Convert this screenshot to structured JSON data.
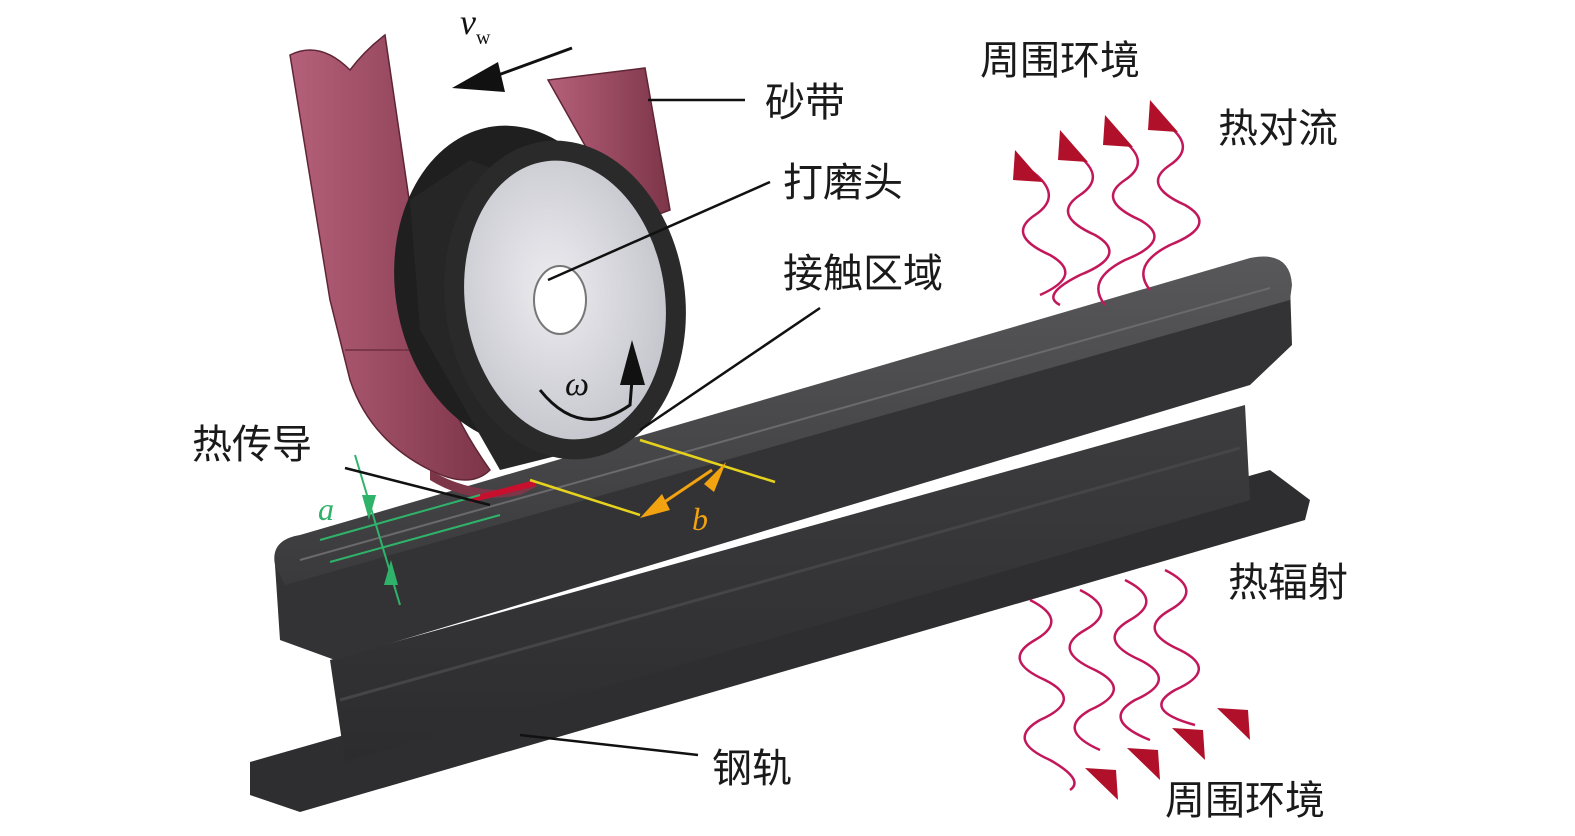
{
  "labels": {
    "belt": "砂带",
    "grinding_head": "打磨头",
    "contact_zone": "接触区域",
    "heat_conduction": "热传导",
    "rail": "钢轨",
    "surroundings_top": "周围环境",
    "heat_convection": "热对流",
    "heat_radiation": "热辐射",
    "surroundings_bottom": "周围环境"
  },
  "symbols": {
    "velocity": "v",
    "velocity_sub": "w",
    "omega": "ω",
    "depth": "a",
    "width": "b"
  },
  "colors": {
    "rail_dark": "#3b3b3d",
    "rail_top": "#4a4a4c",
    "belt": "#9a4a5f",
    "belt_dark": "#6e2f40",
    "wheel_face": "#d9d9de",
    "wheel_rim": "#2a2a2a",
    "wave": "#c2185b",
    "arrow_red": "#b0102a",
    "dim_green": "#2fb36b",
    "dim_orange": "#f2a30f",
    "contact_yellow": "#e6d21e",
    "leader": "#111111"
  },
  "icons": {
    "heat_wave": "sine-wave-arrow-icon",
    "rotation": "curved-arrow-icon",
    "velocity": "straight-arrow-icon"
  }
}
